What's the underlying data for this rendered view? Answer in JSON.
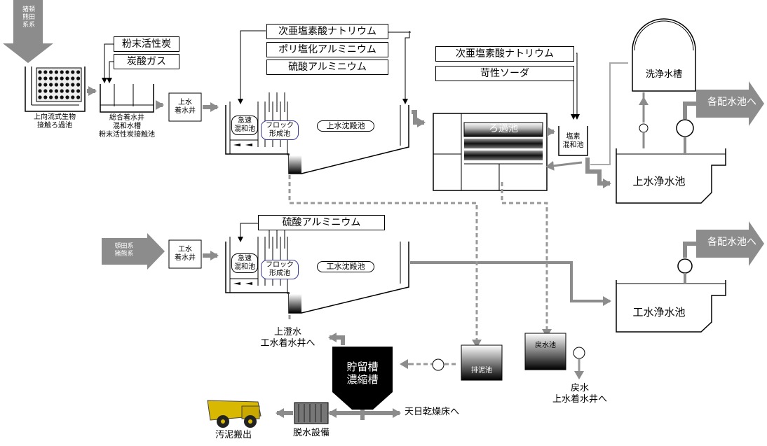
{
  "sources": {
    "upper": "猪頓\n熊田\n系系",
    "lower": "頓田系\n猪熊系"
  },
  "chemicals": {
    "powder_carbon": "粉末活性炭",
    "co2": "炭酸ガス",
    "sodium_hypo_1": "次亜塩素酸ナトリウム",
    "pac": "ポリ塩化アルミニウム",
    "alum_1": "硫酸アルミニウム",
    "sodium_hypo_2": "次亜塩素酸ナトリウム",
    "caustic": "苛性ソーダ",
    "alum_2": "硫酸アルミニウム"
  },
  "units": {
    "biofilter": "上向流式生物\n接触ろ過池",
    "mixing_tank": "総合着水井\n混和水槽\n粉末活性炭接触池",
    "upper_receiving_well": "上水\n着水井",
    "rapid_mix_upper": "急速\n混和池",
    "floc_upper": "フロック\n形成池",
    "sedimentation_upper": "上水沈殿池",
    "filter": "ろ過池",
    "chlorine_mix": "塩素\n混和池",
    "wash_tank": "洗浄水槽",
    "upper_clear_well": "上水浄水池",
    "dist_upper": "各配水池へ",
    "industrial_receiving_well": "工水\n着水井",
    "rapid_mix_lower": "急速\n混和池",
    "floc_lower": "フロック\n形成池",
    "sedimentation_lower": "工水沈殿池",
    "industrial_clear_well": "工水浄水池",
    "dist_lower": "各配水池へ",
    "supernatant": "上澄水\n工水着水井へ",
    "thickener": "貯留槽\n濃縮槽",
    "sludge_pond": "排泥池",
    "return_pond": "戻水池",
    "return_water": "戻水\n上水着水井へ",
    "sun_drying": "天日乾燥床へ",
    "dewatering": "脱水設備",
    "sludge_haul": "汚泥搬出"
  },
  "colors": {
    "flow_arrow": "#8c8c8c",
    "sludge_dash": "#999999",
    "tank_dark": "#000000",
    "outline": "#000000"
  }
}
